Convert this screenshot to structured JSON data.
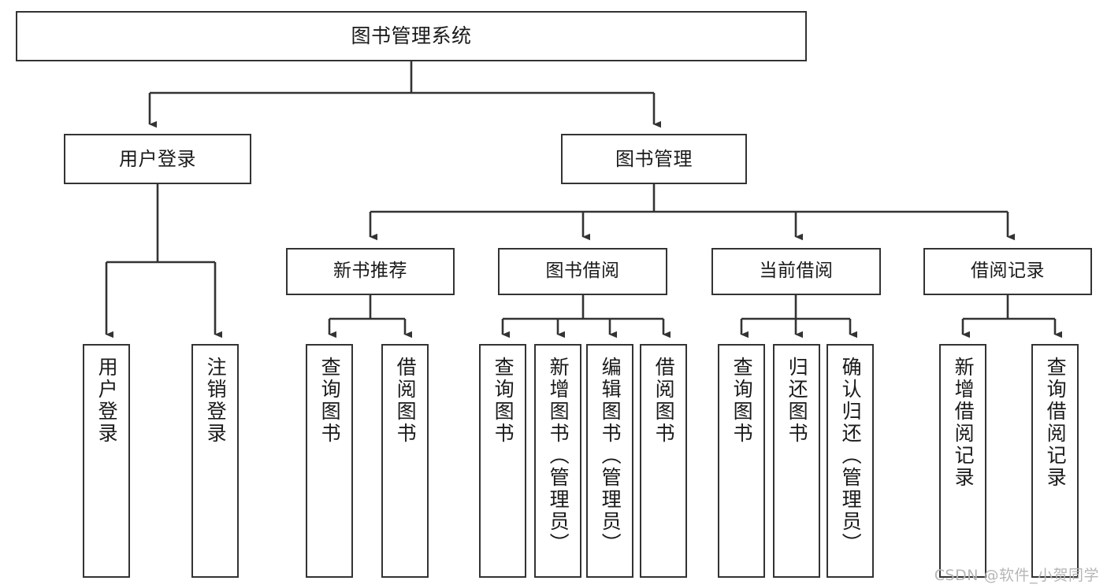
{
  "diagram": {
    "title": "图书管理系统",
    "watermark": "CSDN @软件_小贺同学",
    "line_color": "#333333",
    "box_fill": "#ffffff",
    "text_color": "#1a1a1a",
    "watermark_color": "#b6b6b6",
    "root": {
      "label": "图书管理系统"
    },
    "level1": [
      {
        "label": "用户登录"
      },
      {
        "label": "图书管理"
      }
    ],
    "level2": [
      {
        "label": "新书推荐"
      },
      {
        "label": "图书借阅"
      },
      {
        "label": "当前借阅"
      },
      {
        "label": "借阅记录"
      }
    ],
    "leaves": {
      "user_login": [
        {
          "label": "用户登录"
        },
        {
          "label": "注销登录"
        }
      ],
      "new_book": [
        {
          "label": "查询图书"
        },
        {
          "label": "借阅图书"
        }
      ],
      "book_borrow": [
        {
          "label": "查询图书"
        },
        {
          "label": "新增图书（管理员）"
        },
        {
          "label": "编辑图书（管理员）"
        },
        {
          "label": "借阅图书"
        }
      ],
      "current_borrow": [
        {
          "label": "查询图书"
        },
        {
          "label": "归还图书"
        },
        {
          "label": "确认归还（管理员）"
        }
      ],
      "borrow_record": [
        {
          "label": "新增借阅记录"
        },
        {
          "label": "查询借阅记录"
        }
      ]
    }
  }
}
